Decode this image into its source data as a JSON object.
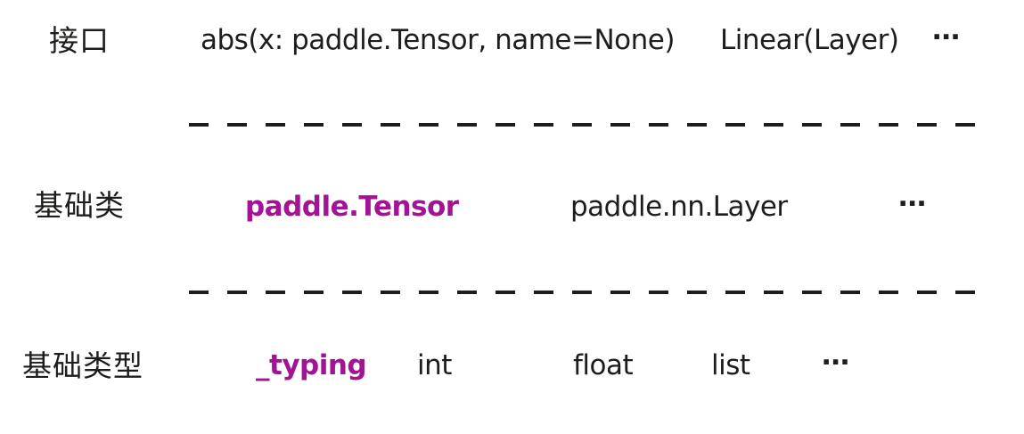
{
  "colors": {
    "background": "#ffffff",
    "text": "#1d1d1b",
    "accent": "#a31395"
  },
  "rows": [
    {
      "label": "接口",
      "items": [
        {
          "text": "abs(x: paddle.Tensor, name=None)",
          "accent": false
        },
        {
          "text": "Linear(Layer)",
          "accent": false
        },
        {
          "text": "⋯",
          "accent": false
        }
      ]
    },
    {
      "label": "基础类",
      "items": [
        {
          "text": "paddle.Tensor",
          "accent": true
        },
        {
          "text": "paddle.nn.Layer",
          "accent": false
        },
        {
          "text": "⋯",
          "accent": false
        }
      ]
    },
    {
      "label": "基础类型",
      "items": [
        {
          "text": "_typing",
          "accent": true
        },
        {
          "text": "int",
          "accent": false
        },
        {
          "text": "float",
          "accent": false
        },
        {
          "text": "list",
          "accent": false
        },
        {
          "text": "⋯",
          "accent": false
        }
      ]
    }
  ]
}
